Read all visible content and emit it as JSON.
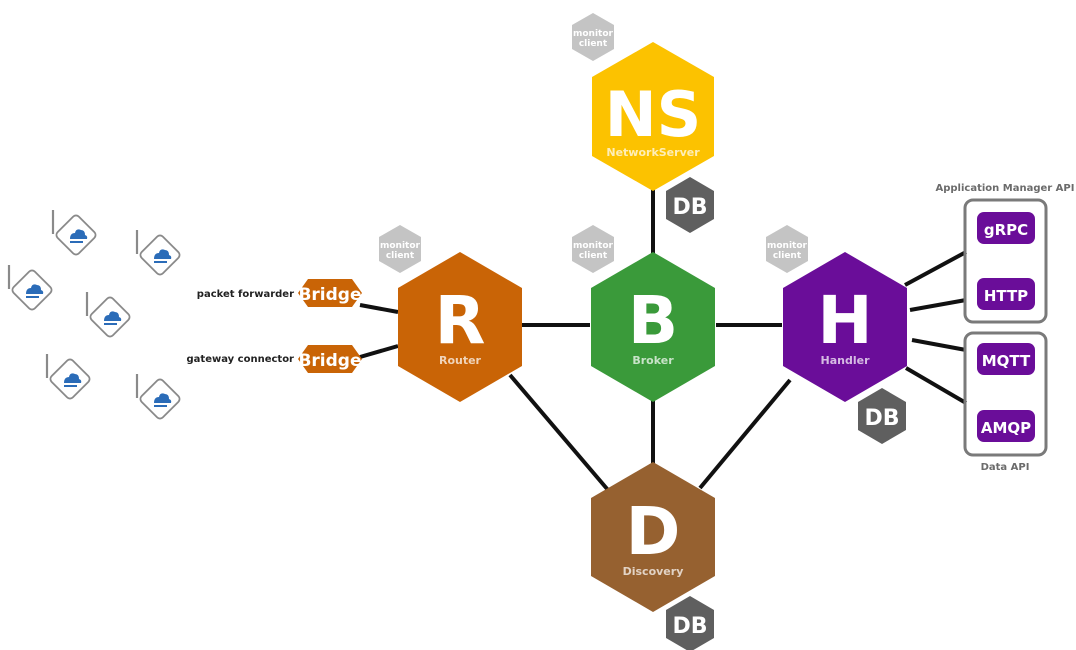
{
  "nodes": {
    "ns": {
      "letter": "NS",
      "name": "NetworkServer",
      "color": "#fcc200"
    },
    "router": {
      "letter": "R",
      "name": "Router",
      "color": "#c96406"
    },
    "broker": {
      "letter": "B",
      "name": "Broker",
      "color": "#3a9a3a"
    },
    "handler": {
      "letter": "H",
      "name": "Handler",
      "color": "#6a0d99"
    },
    "discovery": {
      "letter": "D",
      "name": "Discovery",
      "color": "#966130"
    }
  },
  "db_label": "DB",
  "monitor_label": [
    "monitor",
    "client"
  ],
  "bridges": [
    {
      "label": "Bridge",
      "caption": "packet forwarder"
    },
    {
      "label": "Bridge",
      "caption": "gateway connector"
    }
  ],
  "application_manager_api": {
    "title": "Application Manager API",
    "items": [
      "gRPC",
      "HTTP"
    ]
  },
  "data_api": {
    "title": "Data API",
    "items": [
      "MQTT",
      "AMQP"
    ]
  },
  "colors": {
    "db": "#5f5f5f",
    "monitor": "#c4c4c4",
    "line": "#111111",
    "api_box_border": "#7a7a7a"
  },
  "gateway_icon": "lora-gateway-icon"
}
